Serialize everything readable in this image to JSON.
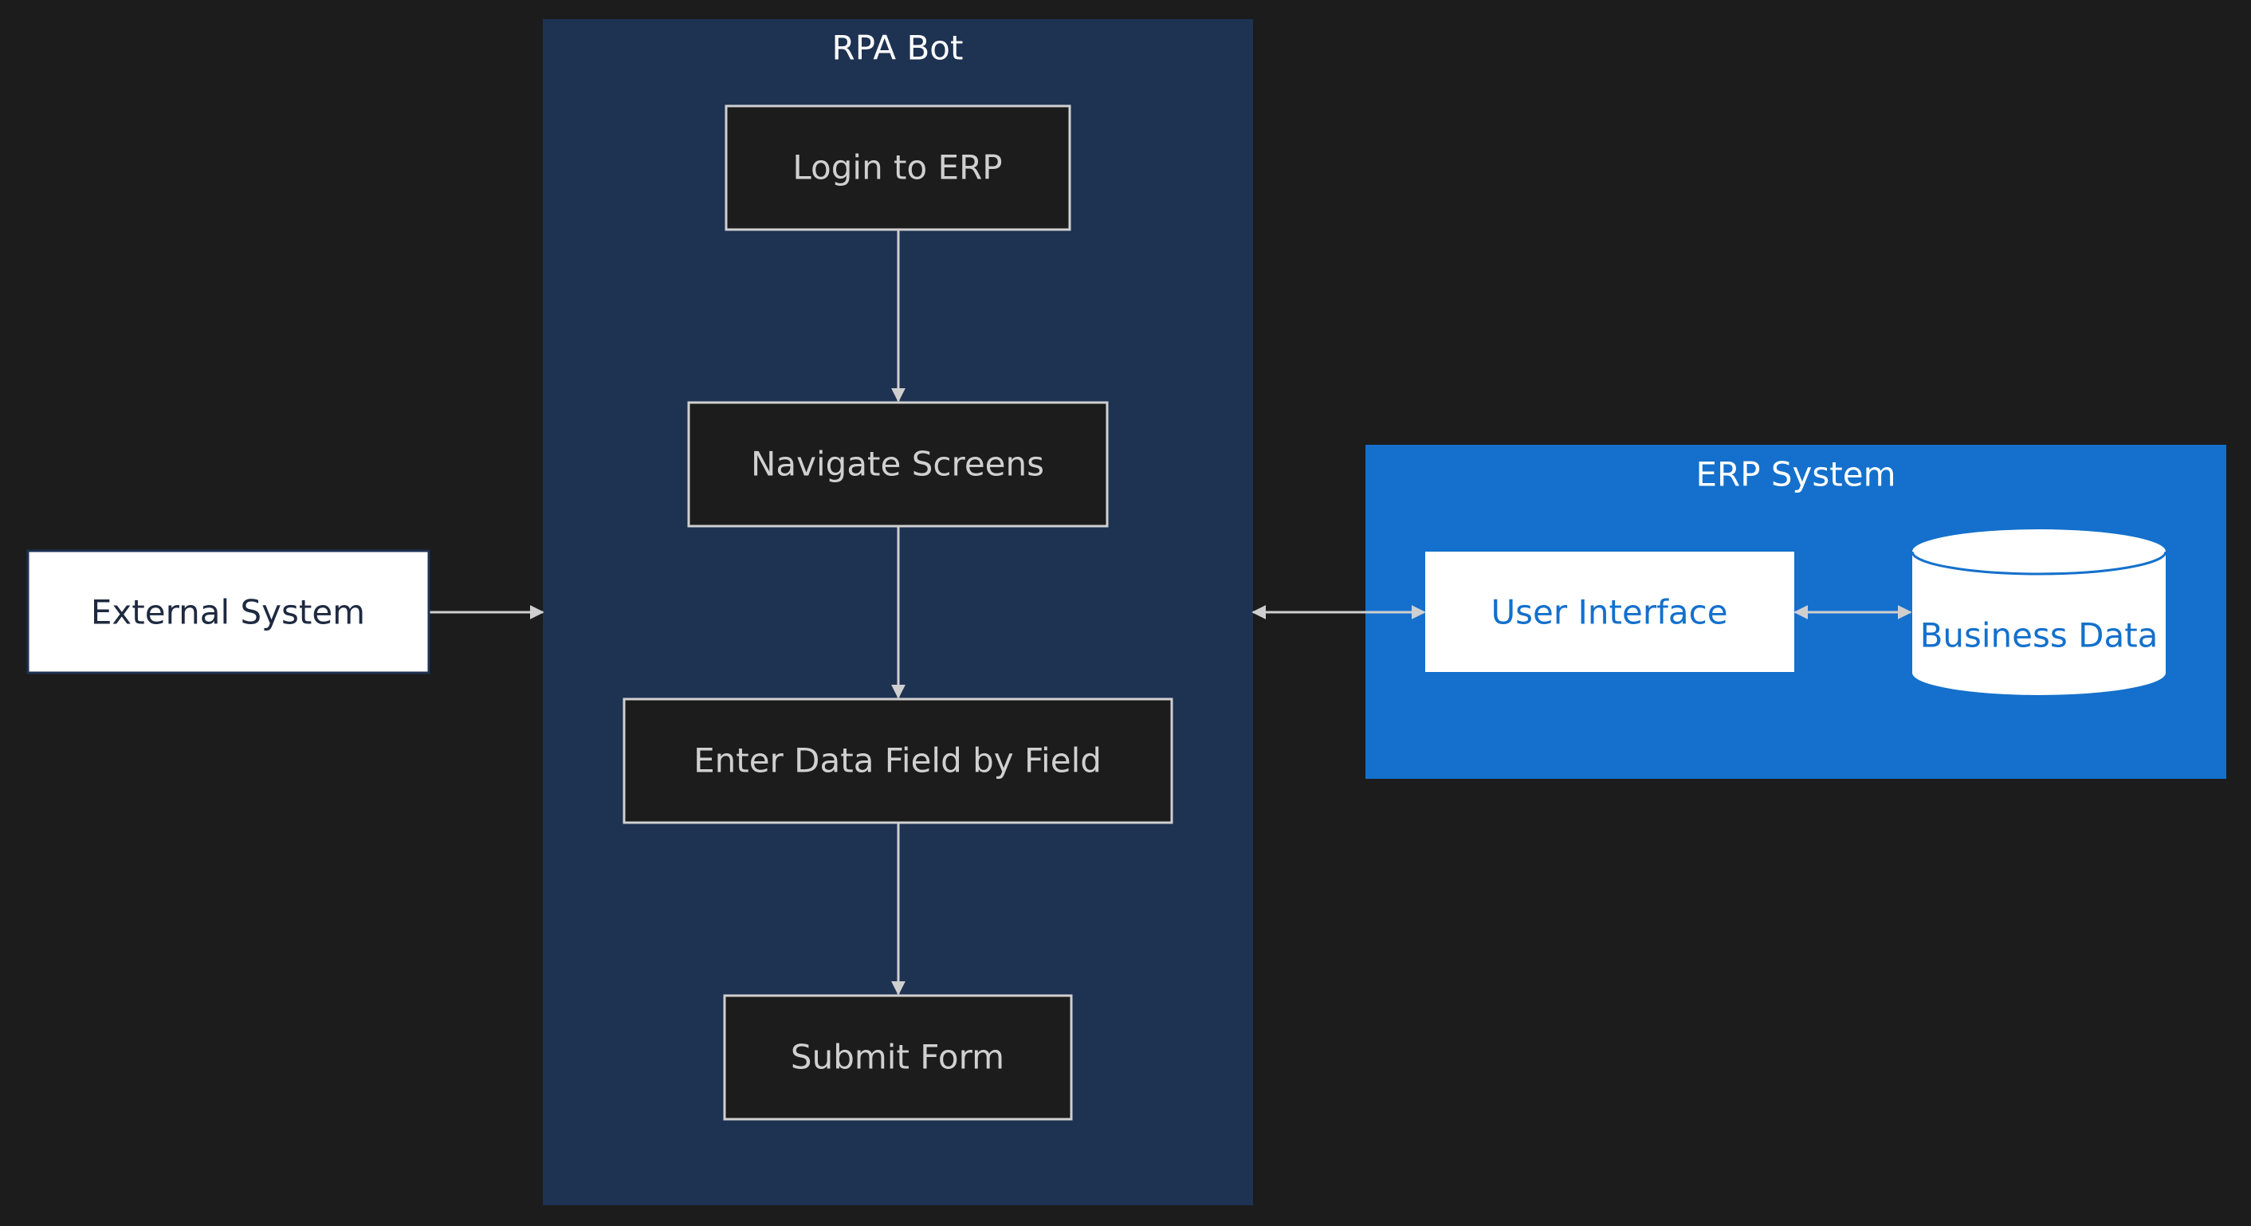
{
  "colors": {
    "background": "#1c1c1c",
    "rpa_cluster_fill": "#1e3252",
    "erp_cluster_fill": "#1470cc",
    "dark_node_fill": "#1c1c1c",
    "dark_node_stroke": "#d0d0d0",
    "dark_node_text": "#d0d0d0",
    "light_node_fill": "#ffffff",
    "external_node_text": "#1e2a40",
    "external_node_stroke": "#1e3252",
    "erp_node_text": "#1470cc",
    "edge": "#cfcfcf",
    "cluster_title": "#ffffff"
  },
  "clusters": {
    "rpa": {
      "title": "RPA Bot"
    },
    "erp": {
      "title": "ERP System"
    }
  },
  "nodes": {
    "external": {
      "label": "External System"
    },
    "login": {
      "label": "Login to ERP"
    },
    "navigate": {
      "label": "Navigate Screens"
    },
    "enter": {
      "label": "Enter Data Field by Field"
    },
    "submit": {
      "label": "Submit Form"
    },
    "ui": {
      "label": "User Interface"
    },
    "data": {
      "label": "Business Data",
      "shape": "database-cylinder"
    }
  },
  "edges": [
    {
      "from": "external",
      "to": "rpa",
      "direction": "forward"
    },
    {
      "from": "login",
      "to": "navigate",
      "direction": "forward"
    },
    {
      "from": "navigate",
      "to": "enter",
      "direction": "forward"
    },
    {
      "from": "enter",
      "to": "submit",
      "direction": "forward"
    },
    {
      "from": "rpa",
      "to": "ui",
      "direction": "both"
    },
    {
      "from": "ui",
      "to": "data",
      "direction": "both"
    }
  ]
}
